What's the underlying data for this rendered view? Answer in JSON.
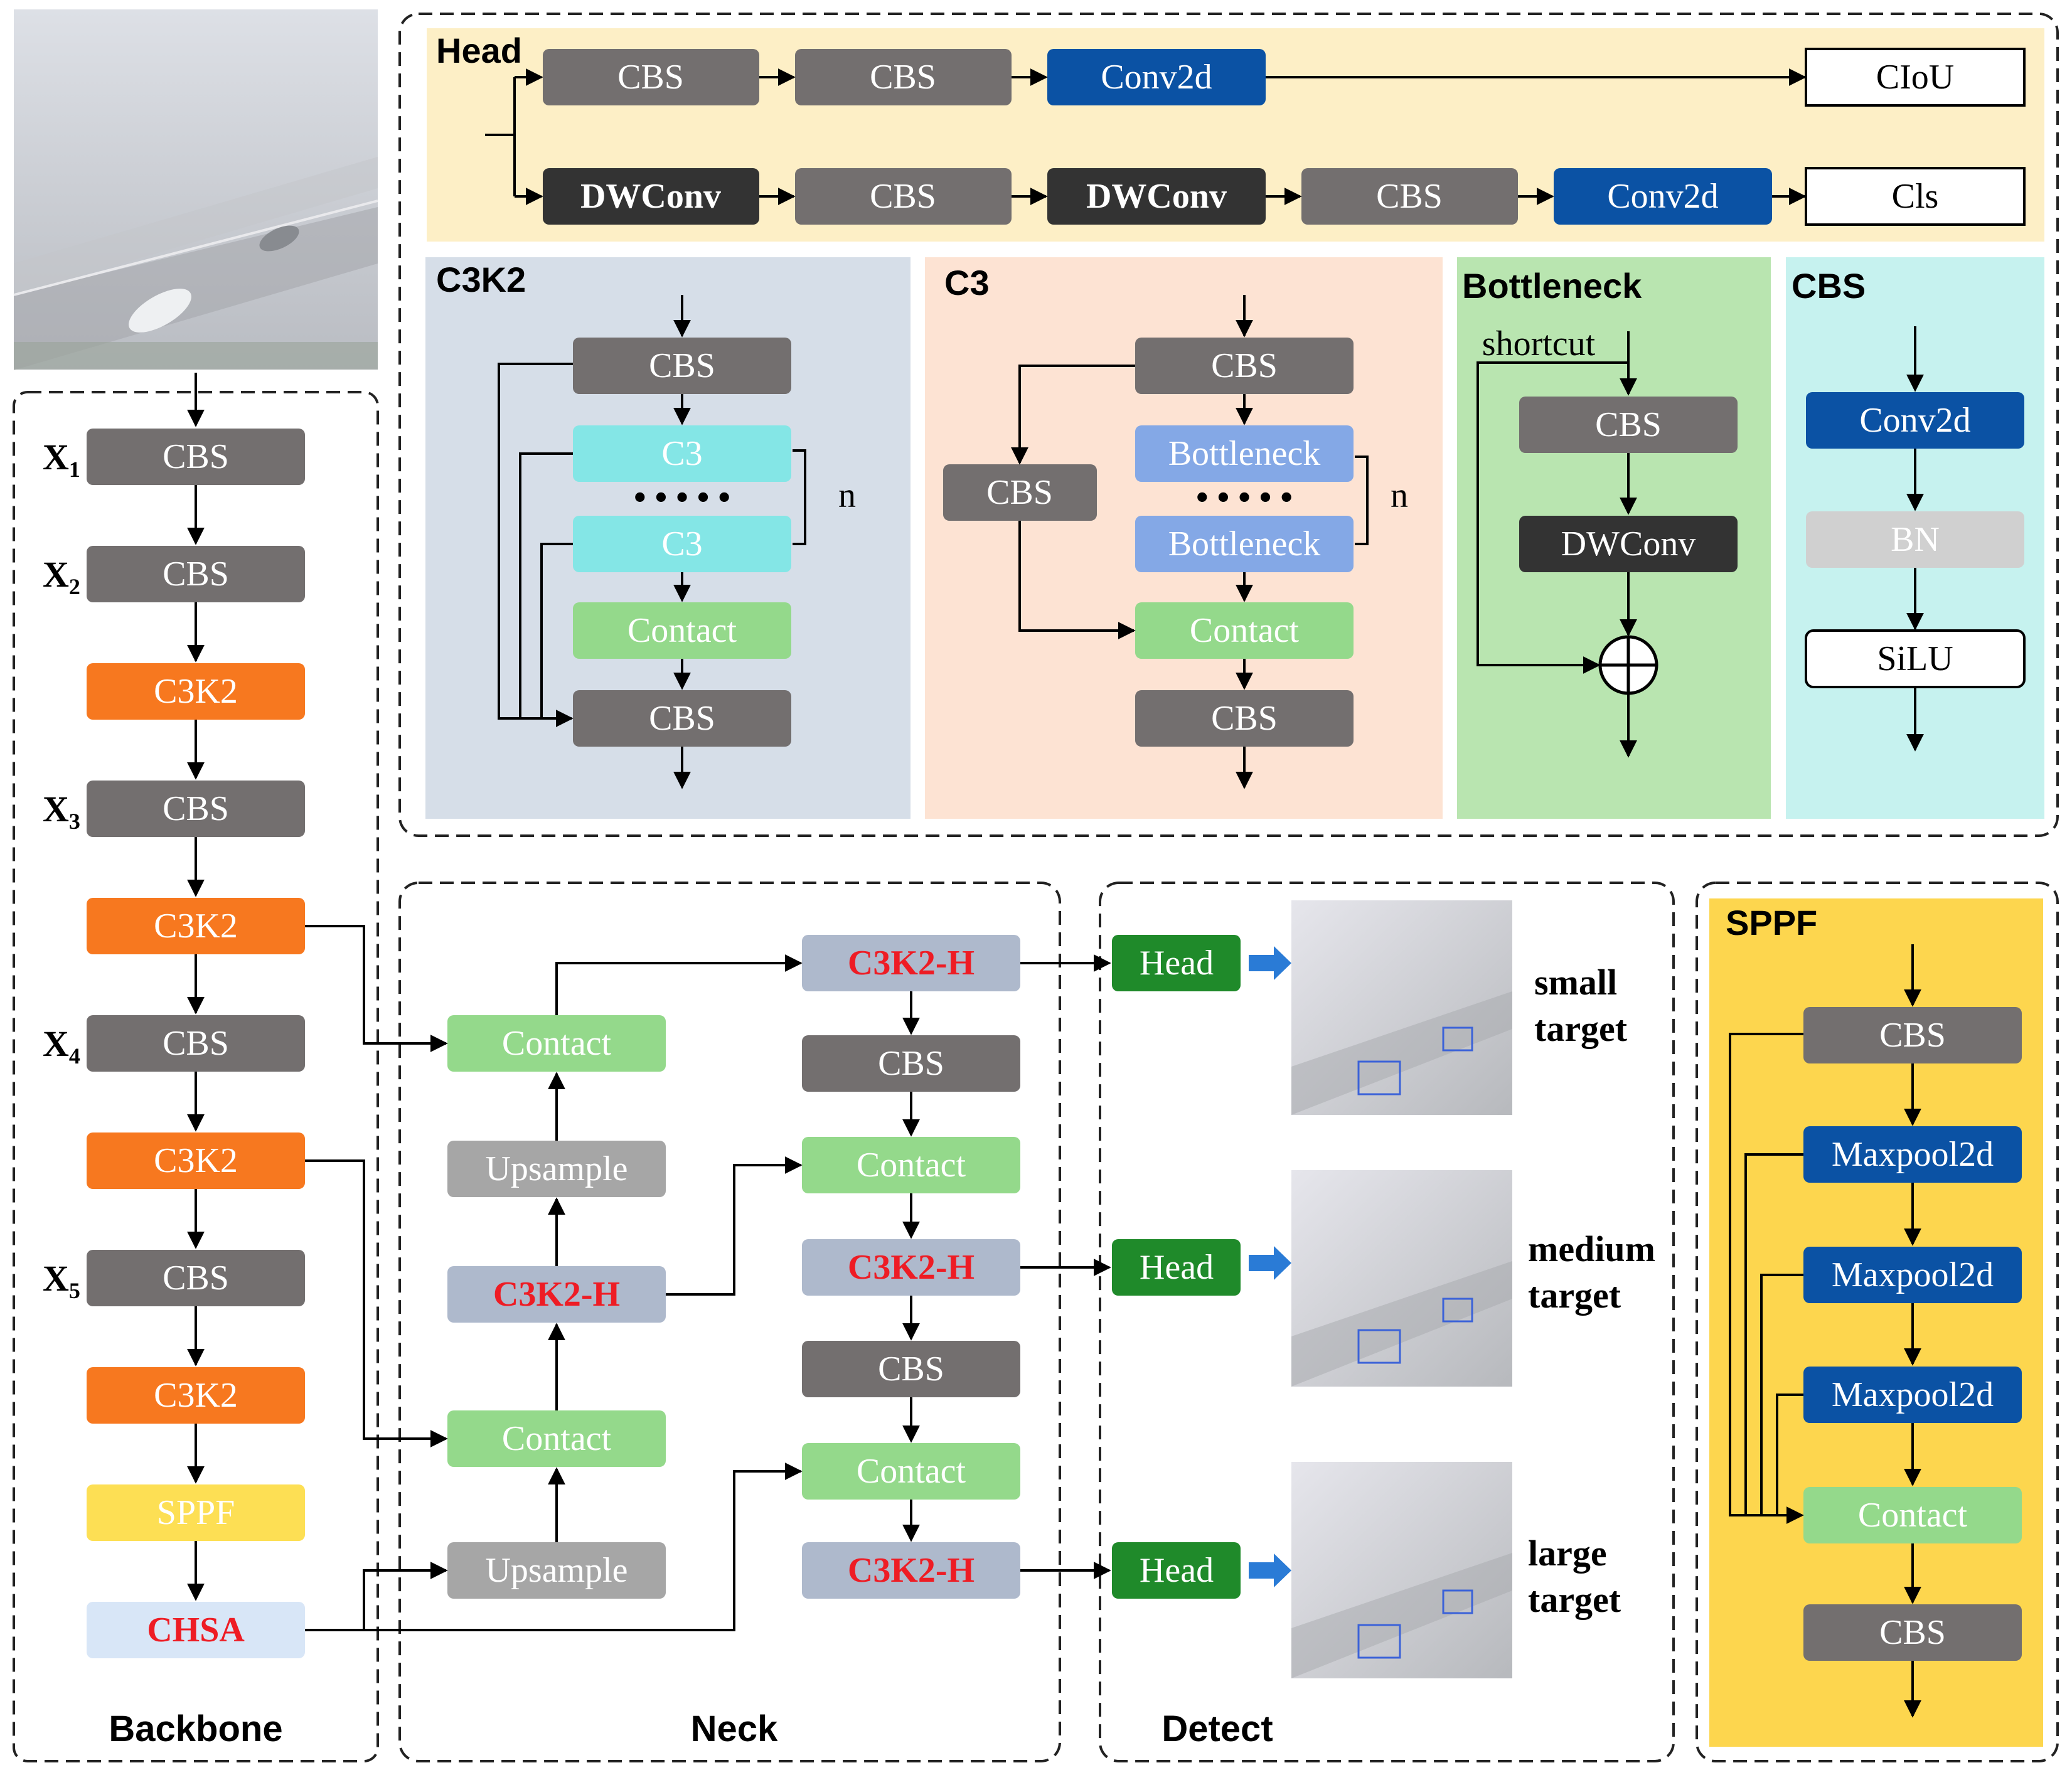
{
  "section_titles": {
    "head": "Head",
    "c3k2": "C3K2",
    "c3": "C3",
    "bottleneck": "Bottleneck",
    "cbs": "CBS",
    "sppf": "SPPF",
    "backbone": "Backbone",
    "neck": "Neck",
    "detect": "Detect"
  },
  "head_block": {
    "row1": [
      "CBS",
      "CBS",
      "Conv2d"
    ],
    "row2": [
      "DWConv",
      "CBS",
      "DWConv",
      "CBS",
      "Conv2d"
    ],
    "out1": "CIoU",
    "out2": "Cls"
  },
  "c3k2_block": {
    "top": "CBS",
    "c3_a": "C3",
    "c3_b": "C3",
    "dots": "• • • • •",
    "n": "n",
    "concat": "Contact",
    "bottom": "CBS"
  },
  "c3_block": {
    "top": "CBS",
    "side": "CBS",
    "bottleneck_a": "Bottleneck",
    "bottleneck_b": "Bottleneck",
    "dots": "• • • • •",
    "n": "n",
    "concat": "Contact",
    "bottom": "CBS"
  },
  "bottleneck_block": {
    "shortcut": "shortcut",
    "cbs": "CBS",
    "dwconv": "DWConv"
  },
  "cbs_block": {
    "conv": "Conv2d",
    "bn": "BN",
    "act": "SiLU"
  },
  "sppf_block": {
    "top": "CBS",
    "pool1": "Maxpool2d",
    "pool2": "Maxpool2d",
    "pool3": "Maxpool2d",
    "concat": "Contact",
    "bottom": "CBS"
  },
  "backbone": {
    "layers": [
      "CBS",
      "CBS",
      "C3K2",
      "CBS",
      "C3K2",
      "CBS",
      "C3K2",
      "CBS",
      "C3K2",
      "SPPF",
      "CHSA"
    ],
    "x_labels": [
      "X",
      "X",
      "X",
      "X",
      "X"
    ],
    "x_subs": [
      "1",
      "2",
      "3",
      "4",
      "5"
    ]
  },
  "neck": {
    "contact_top": "Contact",
    "upsample_top": "Upsample",
    "c3k2h_mid": "C3K2-H",
    "contact_bottom": "Contact",
    "upsample_bottom": "Upsample",
    "r_c3k2h_1": "C3K2-H",
    "r_cbs_1": "CBS",
    "r_contact_1": "Contact",
    "r_c3k2h_2": "C3K2-H",
    "r_cbs_2": "CBS",
    "r_contact_2": "Contact",
    "r_c3k2h_3": "C3K2-H"
  },
  "detect": {
    "heads": [
      "Head",
      "Head",
      "Head"
    ],
    "targets": [
      {
        "line1": "small",
        "line2": "target"
      },
      {
        "line1": "medium",
        "line2": "target"
      },
      {
        "line1": "large",
        "line2": "target"
      }
    ]
  },
  "colors": {
    "cbs": "#736f6f",
    "dwconv": "#333333",
    "conv2d": "#0b52a4",
    "c3k2": "#f7781f",
    "sppf": "#fddf54",
    "chsa": "#d8e6f7",
    "contact": "#94d98b",
    "upsample": "#a6a6a6",
    "c3k2h": "#aeb9cc",
    "c3": "#84e6e6",
    "bottleneck": "#84a8e6",
    "head_green": "#1f8a2a",
    "bn": "#d0d0d0",
    "head_bg": "#fdefc6",
    "c3k2_bg": "#d6dee8",
    "c3_bg": "#fde3d3",
    "bottleneck_bg": "#b9e5b0",
    "cbs_bg": "#c6f2ef",
    "sppf_bg": "#fdd64e"
  }
}
